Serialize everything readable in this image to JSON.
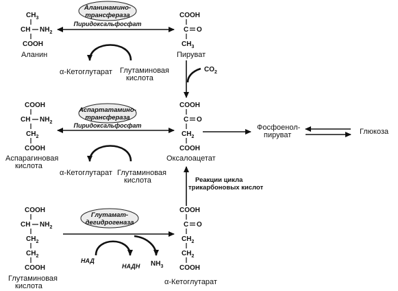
{
  "molecules": {
    "alanine": {
      "lines": [
        "CH3",
        "CH",
        "NH2",
        "COOH"
      ],
      "name": "Аланин"
    },
    "pyruvate": {
      "lines": [
        "COOH",
        "C",
        "O",
        "CH3"
      ],
      "name": "Пируват"
    },
    "aspartate": {
      "lines": [
        "COOH",
        "CH",
        "NH2",
        "CH2",
        "COOH"
      ],
      "name_line1": "Аспарагиновая",
      "name_line2": "кислота"
    },
    "oxaloacetate": {
      "lines": [
        "COOH",
        "C",
        "O",
        "CH2",
        "COOH"
      ],
      "name": "Оксалоацетат"
    },
    "glutamate": {
      "lines": [
        "COOH",
        "CH",
        "NH2",
        "CH2",
        "CH2",
        "COOH"
      ],
      "name_line1": "Глутаминовая",
      "name_line2": "кислота"
    },
    "akg_bottom": {
      "lines": [
        "COOH",
        "C",
        "O",
        "CH2",
        "CH2",
        "COOH"
      ],
      "name": "α-Кетоглутарат"
    }
  },
  "reactions": {
    "r1": {
      "enzyme_line1": "Аланинамино-",
      "enzyme_line2": "трансфераза",
      "cofactor": "Пиридоксальфосфат",
      "left_product": "α-Кетоглутарат",
      "right_line1": "Глутаминовая",
      "right_line2": "кислота"
    },
    "r2": {
      "enzyme_line1": "Аспартатамино-",
      "enzyme_line2": "трансфераза",
      "cofactor": "Пиридоксальфосфат",
      "left_product": "α-Кетоглутарат",
      "right_line1": "Глутаминовая",
      "right_line2": "кислота"
    },
    "r3": {
      "enzyme_line1": "Глутамат-",
      "enzyme_line2": "дегидрогеназа",
      "nad": "НАД",
      "nadh": "НАДН",
      "nh3": "NH3"
    }
  },
  "co2": "CO2",
  "tca_line1": "Реакции цикла",
  "tca_line2": "трикарбоновых кислот",
  "pep_line1": "Фосфоенол-",
  "pep_line2": "пируват",
  "glucose": "Глюкоза"
}
